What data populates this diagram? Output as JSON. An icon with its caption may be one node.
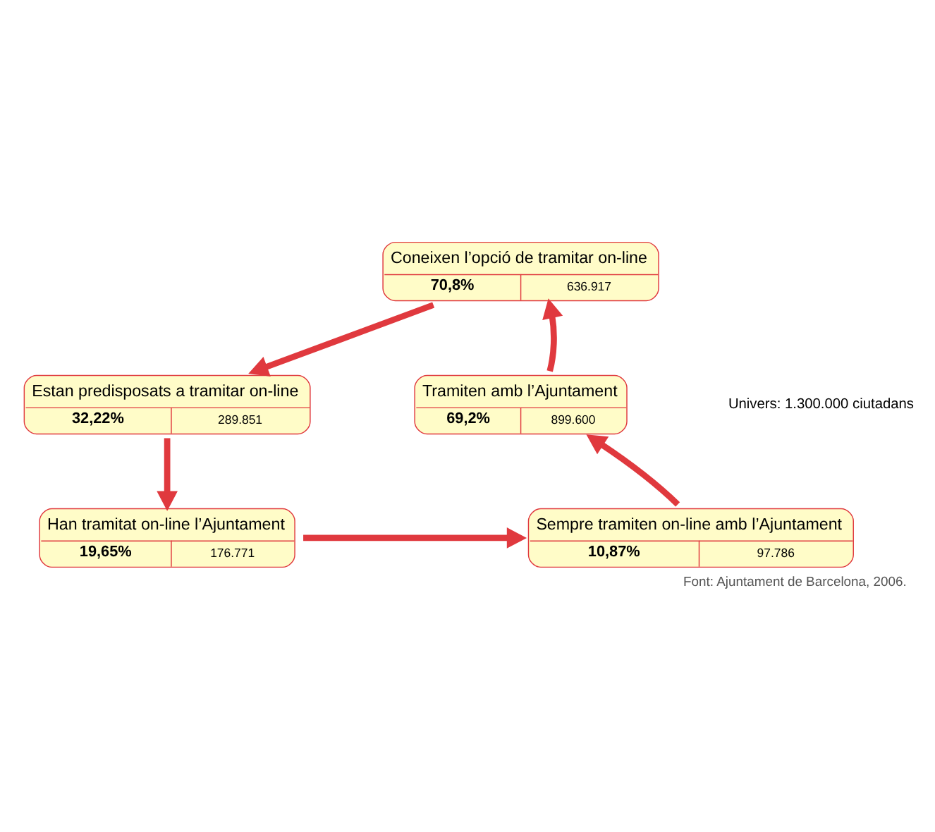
{
  "diagram": {
    "caption": "Font: Ajuntament de Barcelona, 2006.",
    "nodes": [
      {
        "text": [
          "Coneixen l’opció de tramitar on-line",
          "70,8%",
          "636.917"
        ]
      },
      {
        "text": [
          "Estan predisposats a tramitar on-line",
          "32,22%",
          "289.851"
        ]
      },
      {
        "text": [
          "Han tramitat on-line l’Ajuntament",
          "19,65%",
          "176.771"
        ]
      },
      {
        "text": [
          "Sempre tramiten on-line amb l’Ajuntament",
          "10,87%",
          "97.786"
        ]
      },
      {
        "text": [
          "Tramiten amb l’Ajuntament",
          "69,2%",
          "899.600"
        ]
      }
    ],
    "edges": [
      {
        "from": 0,
        "to": 1,
        "arrow": "to"
      },
      {
        "from": 1,
        "to": 2,
        "arrow": "to"
      },
      {
        "from": 2,
        "to": 3,
        "arrow": "to"
      },
      {
        "from": 3,
        "to": 4,
        "arrow": "to"
      },
      {
        "from": 4,
        "to": 0,
        "arrow": "to"
      }
    ],
    "labels": [
      "Univers: 1.300.000 ciutadans"
    ]
  }
}
